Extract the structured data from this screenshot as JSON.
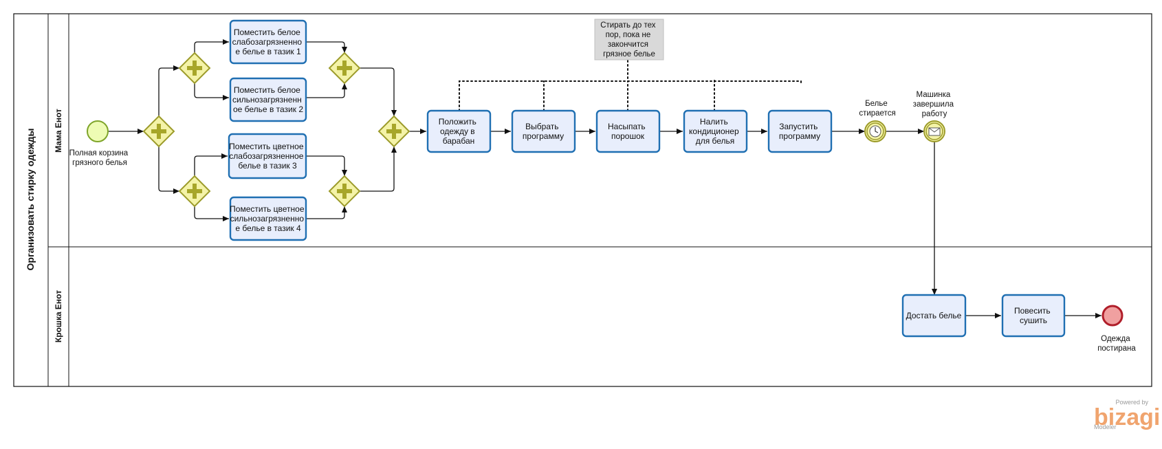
{
  "pool": {
    "title": "Организовать стирку одежды"
  },
  "lanes": [
    {
      "title": "Мама Енот"
    },
    {
      "title": "Крошка Енот"
    }
  ],
  "events": {
    "start": {
      "label_lines": [
        "Полная корзина",
        "грязного белья"
      ]
    },
    "timer": {
      "label_lines": [
        "Белье",
        "стирается"
      ]
    },
    "message": {
      "label_lines": [
        "Машинка",
        "завершила",
        "работу"
      ]
    },
    "end": {
      "label_lines": [
        "Одежда",
        "постирана"
      ]
    }
  },
  "tasks": [
    {
      "id": "t1",
      "lines": [
        "Поместить белое",
        "слабозагрязненно",
        "е белье в тазик 1"
      ]
    },
    {
      "id": "t2",
      "lines": [
        "Поместить белое",
        "сильнозагрязненн",
        "ое белье в тазик 2"
      ]
    },
    {
      "id": "t3",
      "lines": [
        "Поместить цветное",
        "слабозагрязненное",
        "белье в тазик 3"
      ]
    },
    {
      "id": "t4",
      "lines": [
        "Поместить цветное",
        "сильнозагрязненно",
        "е белье в тазик 4"
      ]
    },
    {
      "id": "t5",
      "lines": [
        "Положить",
        "одежду в",
        "барабан"
      ]
    },
    {
      "id": "t6",
      "lines": [
        "Выбрать",
        "программу"
      ]
    },
    {
      "id": "t7",
      "lines": [
        "Насыпать",
        "порошок"
      ]
    },
    {
      "id": "t8",
      "lines": [
        "Налить",
        "кондиционер",
        "для белья"
      ]
    },
    {
      "id": "t9",
      "lines": [
        "Запустить",
        "программу"
      ]
    },
    {
      "id": "t10",
      "lines": [
        "Достать белье"
      ]
    },
    {
      "id": "t11",
      "lines": [
        "Повесить",
        "сушить"
      ]
    }
  ],
  "annotation": {
    "lines": [
      "Стирать до тех",
      "пор, пока не",
      "закончится",
      "грязное белье"
    ]
  },
  "branding": {
    "powered_by": "Powered by",
    "product": "bizagi",
    "edition": "Modeler"
  },
  "colors": {
    "task_fill": "#e8eefc",
    "task_stroke": "#1f6fb2",
    "gateway_fill": "#f4f3a8",
    "gateway_stroke": "#9c9b2a",
    "start_fill": "#eefcb4",
    "start_stroke": "#7fa52a",
    "end_fill": "#f0a0a0",
    "end_stroke": "#b01e2a",
    "intermediate_fill": "#f4f3a8",
    "intermediate_stroke": "#9c9b2a"
  }
}
